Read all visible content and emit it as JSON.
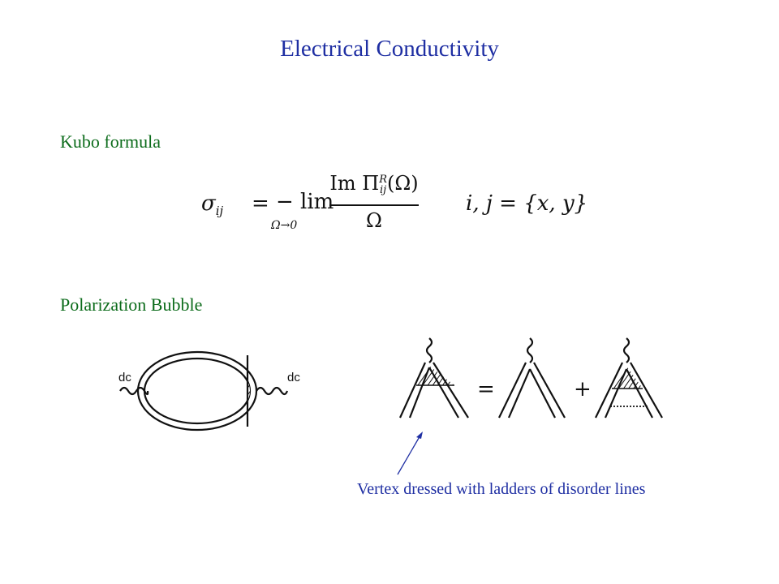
{
  "slide": {
    "title": "Electrical Conductivity",
    "kubo_heading": "Kubo formula",
    "bubble_heading": "Polarization Bubble",
    "note": "Vertex dressed with ladders of disorder lines"
  },
  "formula": {
    "sigma": "σ",
    "sigma_sub": "ij",
    "equals": "=",
    "lim": "− lim",
    "lim_sub": "Ω→0",
    "numerator": "Im Π",
    "numerator_sup": "R",
    "numerator_sub": "ij",
    "numerator_arg": "(Ω)",
    "denominator": "Ω",
    "indices": "i, j = {x, y}"
  },
  "diagram": {
    "left_label": "dc",
    "right_label": "dc",
    "eq_sign": "=",
    "plus_sign": "+"
  }
}
